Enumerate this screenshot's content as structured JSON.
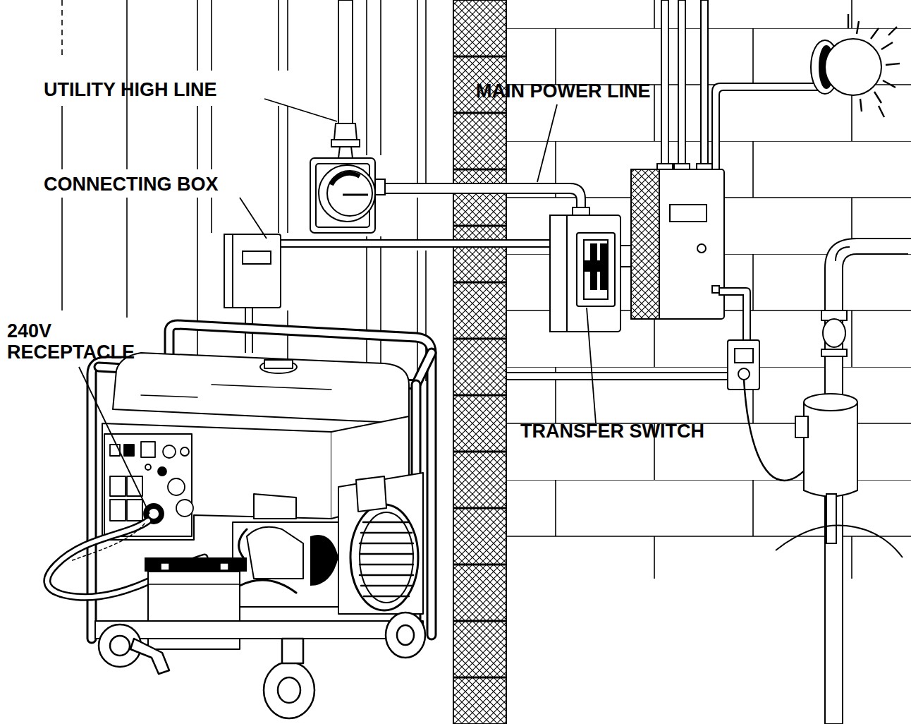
{
  "diagram": {
    "labels": [
      "UTILITY HIGH LINE",
      "MAIN POWER LINE",
      "CONNECTING BOX",
      "240V RECEPTACLE",
      "TRANSFER SWITCH"
    ]
  }
}
